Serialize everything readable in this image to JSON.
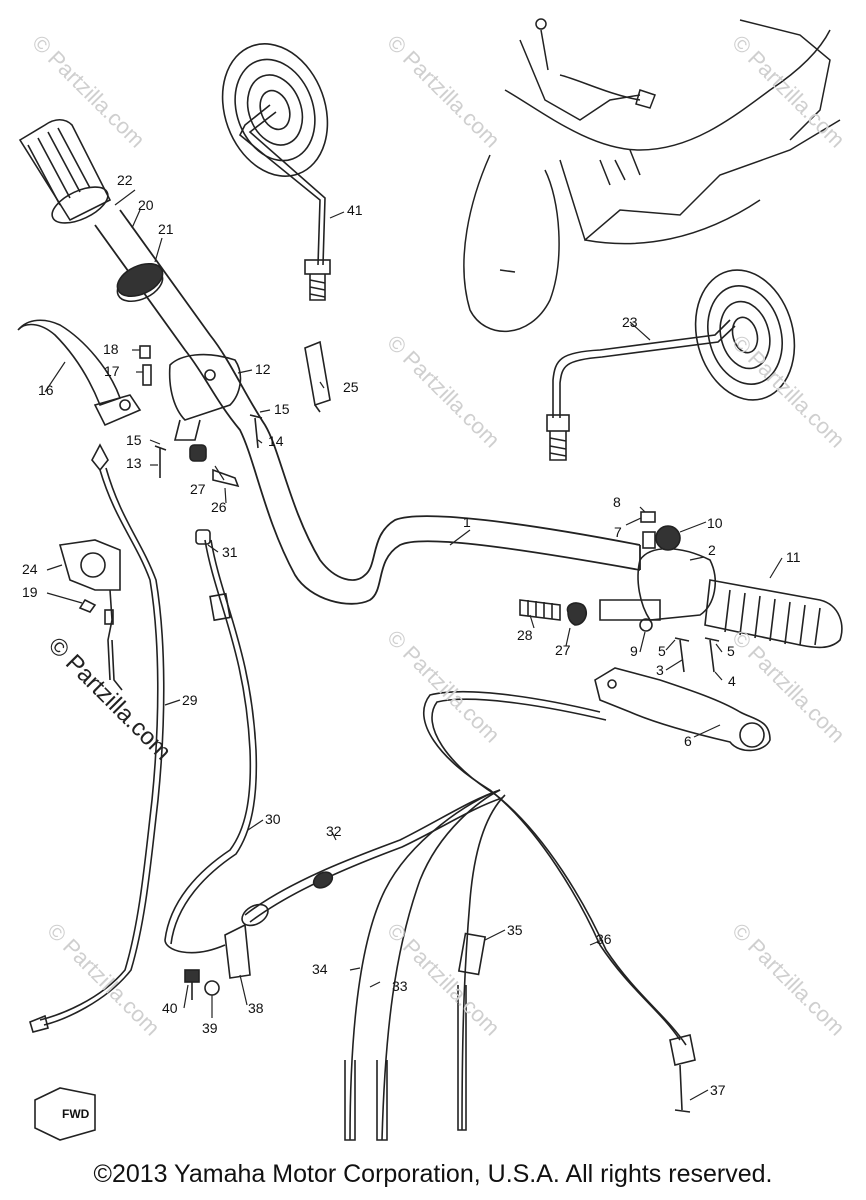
{
  "diagram": {
    "watermark_text": "© Partzilla.com",
    "copyright": "©2013  Yamaha Motor Corporation, U.S.A. All rights reserved.",
    "fwd_label": "FWD",
    "callouts": {
      "c1": "1",
      "c2": "2",
      "c3": "3",
      "c4": "4",
      "c5a": "5",
      "c5b": "5",
      "c6": "6",
      "c7": "7",
      "c8": "8",
      "c9": "9",
      "c10": "10",
      "c11": "11",
      "c12": "12",
      "c13": "13",
      "c14": "14",
      "c15a": "15",
      "c15b": "15",
      "c16": "16",
      "c17": "17",
      "c18": "18",
      "c19": "19",
      "c20": "20",
      "c21": "21",
      "c22": "22",
      "c23": "23",
      "c24": "24",
      "c25": "25",
      "c26": "26",
      "c27a": "27",
      "c27b": "27",
      "c28": "28",
      "c29": "29",
      "c30": "30",
      "c31": "31",
      "c32": "32",
      "c33": "33",
      "c34": "34",
      "c35": "35",
      "c36": "36",
      "c37": "37",
      "c38": "38",
      "c39": "39",
      "c40": "40",
      "c41": "41"
    }
  }
}
